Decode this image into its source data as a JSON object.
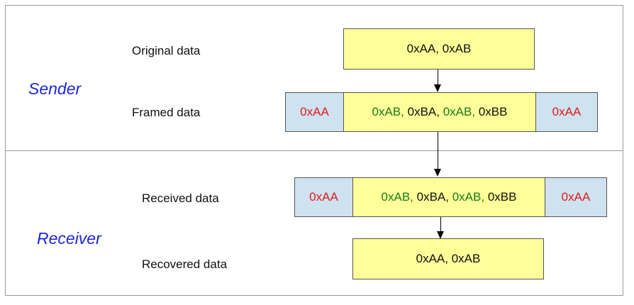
{
  "sender": {
    "role": "Sender",
    "original_label": "Original data",
    "framed_label": "Framed data",
    "original_box": "0xAA, 0xAB",
    "framed": {
      "start_flag": "0xAA",
      "payload": [
        {
          "text": "0xAB,",
          "color": "green"
        },
        {
          "text": " 0xBA,",
          "color": "dark"
        },
        {
          "text": " 0xAB,",
          "color": "green"
        },
        {
          "text": " 0xBB",
          "color": "dark"
        }
      ],
      "end_flag": "0xAA"
    }
  },
  "receiver": {
    "role": "Receiver",
    "received_label": "Received data",
    "recovered_label": "Recovered data",
    "received": {
      "start_flag": "0xAA",
      "payload": [
        {
          "text": "0xAB,",
          "color": "green"
        },
        {
          "text": " 0xBA,",
          "color": "dark"
        },
        {
          "text": " 0xAB,",
          "color": "green"
        },
        {
          "text": " 0xBB",
          "color": "dark"
        }
      ],
      "end_flag": "0xAA"
    },
    "recovered_box": "0xAA, 0xAB"
  },
  "colors": {
    "flag_red": "#e01b1b",
    "escape_green": "#1a7a1a",
    "role_blue": "#1f27d6",
    "data_fill": "#ffff99",
    "flag_fill": "#cfe2ef"
  }
}
